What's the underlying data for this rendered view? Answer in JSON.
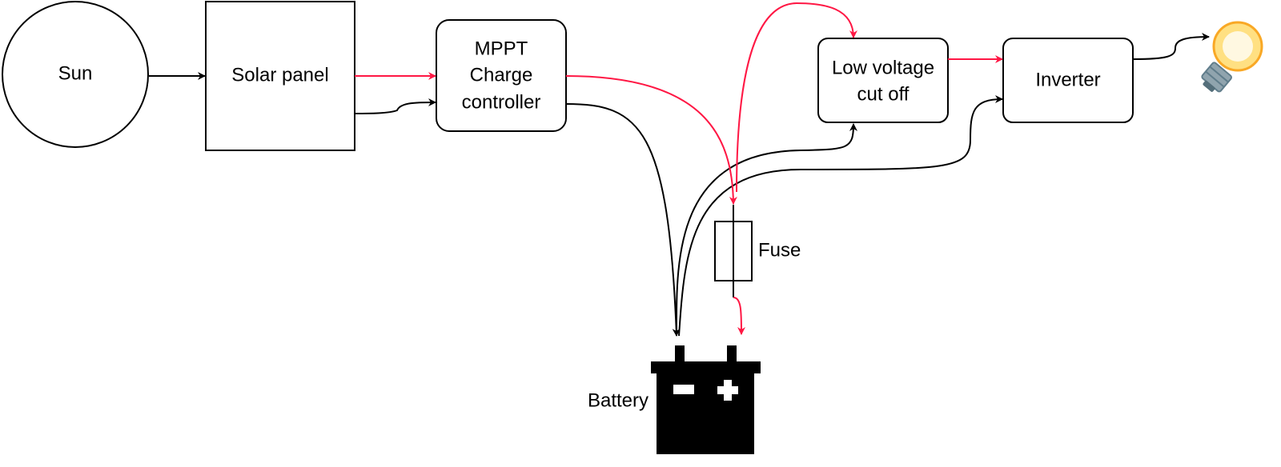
{
  "nodes": {
    "sun": "Sun",
    "solar_panel": "Solar panel",
    "mppt": [
      "MPPT",
      "Charge",
      "controller"
    ],
    "low_voltage": [
      "Low voltage",
      "cut off"
    ],
    "inverter": "Inverter",
    "fuse": "Fuse",
    "battery": "Battery"
  },
  "icons": {
    "load": "light-bulb-icon",
    "battery": "battery-icon"
  },
  "colors": {
    "positive_wire": "#FF1744",
    "negative_wire": "#000000",
    "bulb_glass": "#FFE082",
    "bulb_base": "#90A4AE"
  }
}
